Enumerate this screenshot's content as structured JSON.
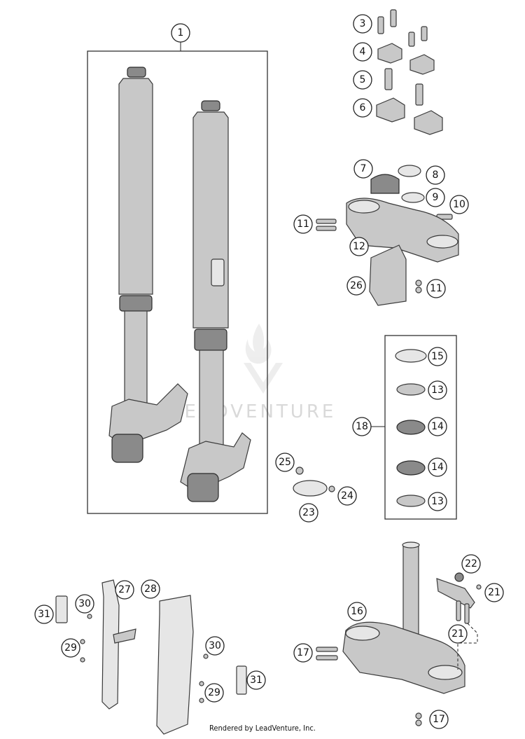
{
  "callouts": {
    "c1": "1",
    "c3": "3",
    "c4": "4",
    "c5": "5",
    "c6": "6",
    "c7": "7",
    "c8": "8",
    "c9": "9",
    "c10": "10",
    "c11a": "11",
    "c11b": "11",
    "c12": "12",
    "c26": "26",
    "c15": "15",
    "c13a": "13",
    "c18": "18",
    "c14a": "14",
    "c14b": "14",
    "c13b": "13",
    "c25": "25",
    "c24": "24",
    "c23": "23",
    "c22": "22",
    "c21a": "21",
    "c21b": "21",
    "c16": "16",
    "c17a": "17",
    "c17b": "17",
    "c27": "27",
    "c28": "28",
    "c30a": "30",
    "c30b": "30",
    "c31a": "31",
    "c31b": "31",
    "c29a": "29",
    "c29b": "29"
  },
  "watermark": "LEADVENTURE",
  "footer": "Rendered by LeadVenture, Inc."
}
